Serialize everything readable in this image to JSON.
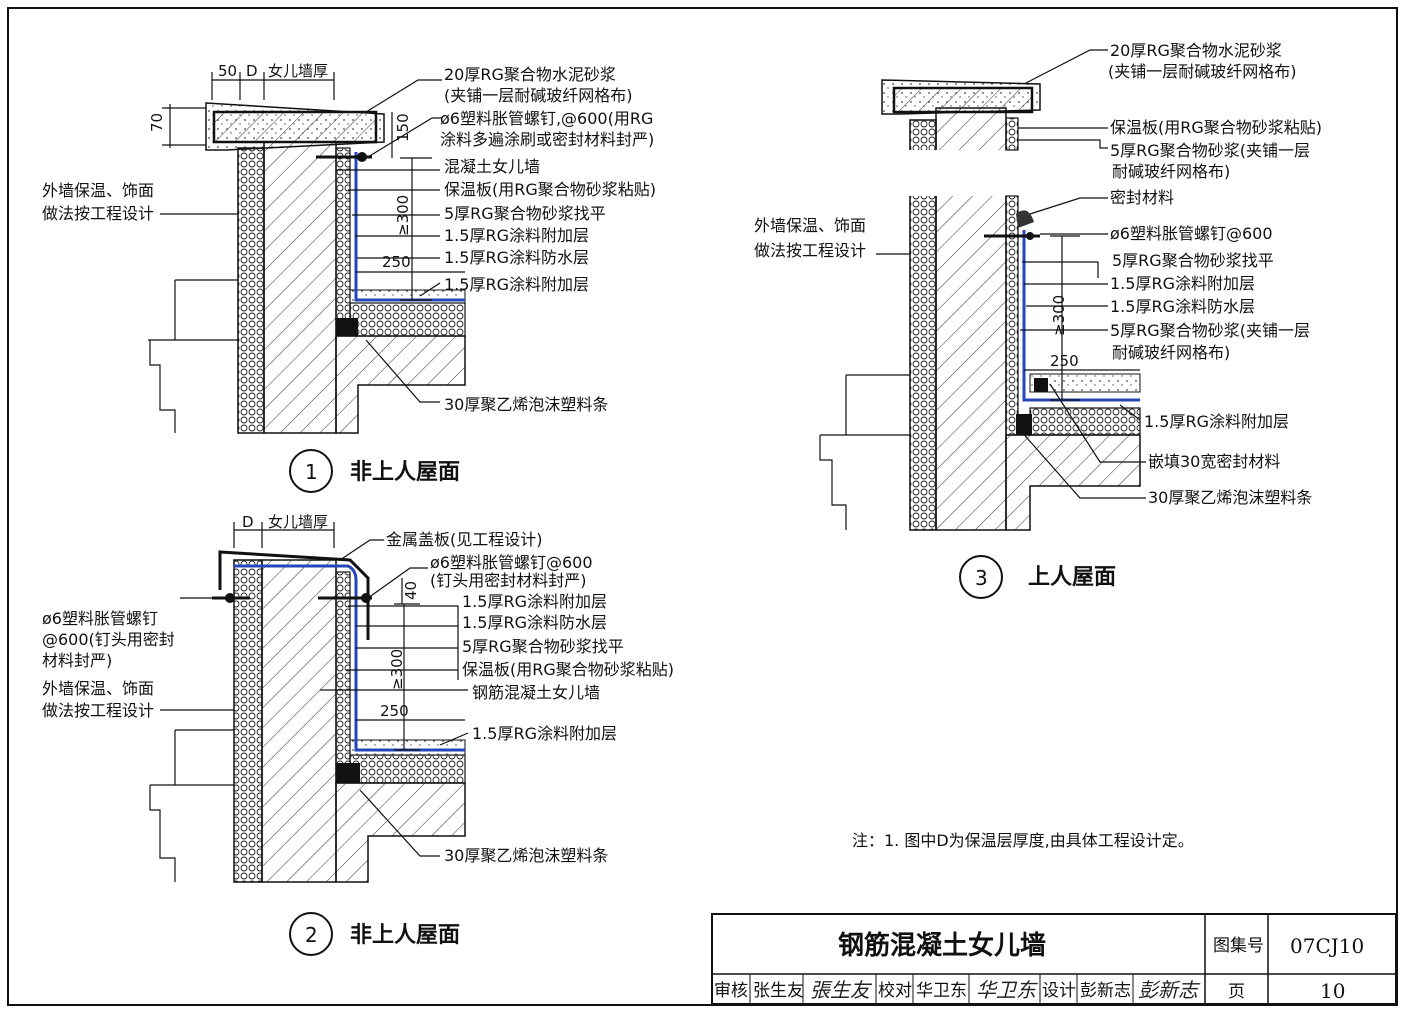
{
  "labels": {
    "d1_l1": "20厚RG聚合物水泥砂浆",
    "d1_l2": "(夹铺一层耐碱玻纤网格布)",
    "d1_l3": "ø6塑料胀管螺钉,@600(用RG",
    "d1_l4": "涂料多遍涂刷或密封材料封严)",
    "d1_l5": "混凝土女儿墙",
    "d1_l6": "保温板(用RG聚合物砂浆粘贴)",
    "d1_l7": "5厚RG聚合物砂浆找平",
    "d1_l8": "1.5厚RG涂料附加层",
    "d1_l9": "1.5厚RG涂料防水层",
    "d1_l10": "1.5厚RG涂料附加层",
    "d1_l11": "30厚聚乙烯泡沫塑料条",
    "d1_left1": "外墙保温、饰面",
    "d1_left2": "做法按工程设计",
    "d2_l1": "金属盖板(见工程设计)",
    "d2_l2": "ø6塑料胀管螺钉@600",
    "d2_l3": "(钉头用密封材料封严)",
    "d2_l4": "1.5厚RG涂料附加层",
    "d2_l5": "1.5厚RG涂料防水层",
    "d2_l6": "5厚RG聚合物砂浆找平",
    "d2_l7": "保温板(用RG聚合物砂浆粘贴)",
    "d2_l8": "钢筋混凝土女儿墙",
    "d2_l9": "1.5厚RG涂料附加层",
    "d2_l10": "30厚聚乙烯泡沫塑料条",
    "d2_left1": "ø6塑料胀管螺钉",
    "d2_left2": "@600(钉头用密封",
    "d2_left3": "材料封严)",
    "d2_left4": "外墙保温、饰面",
    "d2_left5": "做法按工程设计",
    "d3_l1": "20厚RG聚合物水泥砂浆",
    "d3_l2": "(夹铺一层耐碱玻纤网格布)",
    "d3_l3": "保温板(用RG聚合物砂浆粘贴)",
    "d3_l4": "5厚RG聚合物砂浆(夹铺一层",
    "d3_l5": "耐碱玻纤网格布)",
    "d3_l6": "密封材料",
    "d3_l7": "ø6塑料胀管螺钉@600",
    "d3_l8": "5厚RG聚合物砂浆找平",
    "d3_l9": "1.5厚RG涂料附加层",
    "d3_l10": "1.5厚RG涂料防水层",
    "d3_l11": "5厚RG聚合物砂浆(夹铺一层",
    "d3_l12": "耐碱玻纤网格布)",
    "d3_l13": "1.5厚RG涂料附加层",
    "d3_l14": "嵌填30宽密封材料",
    "d3_l15": "30厚聚乙烯泡沫塑料条",
    "d3_left1": "外墙保温、饰面",
    "d3_left2": "做法按工程设计"
  },
  "dims": {
    "d1_50": "50",
    "d1_D": "D",
    "d1_wall": "女儿墙厚",
    "d1_70": "70",
    "d1_150": "150",
    "d1_300": "≥300",
    "d1_250": "250",
    "d2_D": "D",
    "d2_wall": "女儿墙厚",
    "d2_40": "40",
    "d2_300": "≥300",
    "d2_250": "250",
    "d3_300": "≥300",
    "d3_250": "250"
  },
  "captions": {
    "c1_num": "1",
    "c1_text": "非上人屋面",
    "c2_num": "2",
    "c2_text": "非上人屋面",
    "c3_num": "3",
    "c3_text": "上人屋面"
  },
  "note": "注：1. 图中D为保温层厚度,由具体工程设计定。",
  "title_block": {
    "title": "钢筋混凝土女儿墙",
    "atlas_label": "图集号",
    "atlas_no": "07CJ10",
    "page_label": "页",
    "page_no": "10",
    "review_label": "审核",
    "review_name": "张生友",
    "review_sig": "張生友",
    "check_label": "校对",
    "check_name": "华卫东",
    "check_sig": "华卫东",
    "design_label": "设计",
    "design_name": "彭新志",
    "design_sig": "彭新志"
  }
}
